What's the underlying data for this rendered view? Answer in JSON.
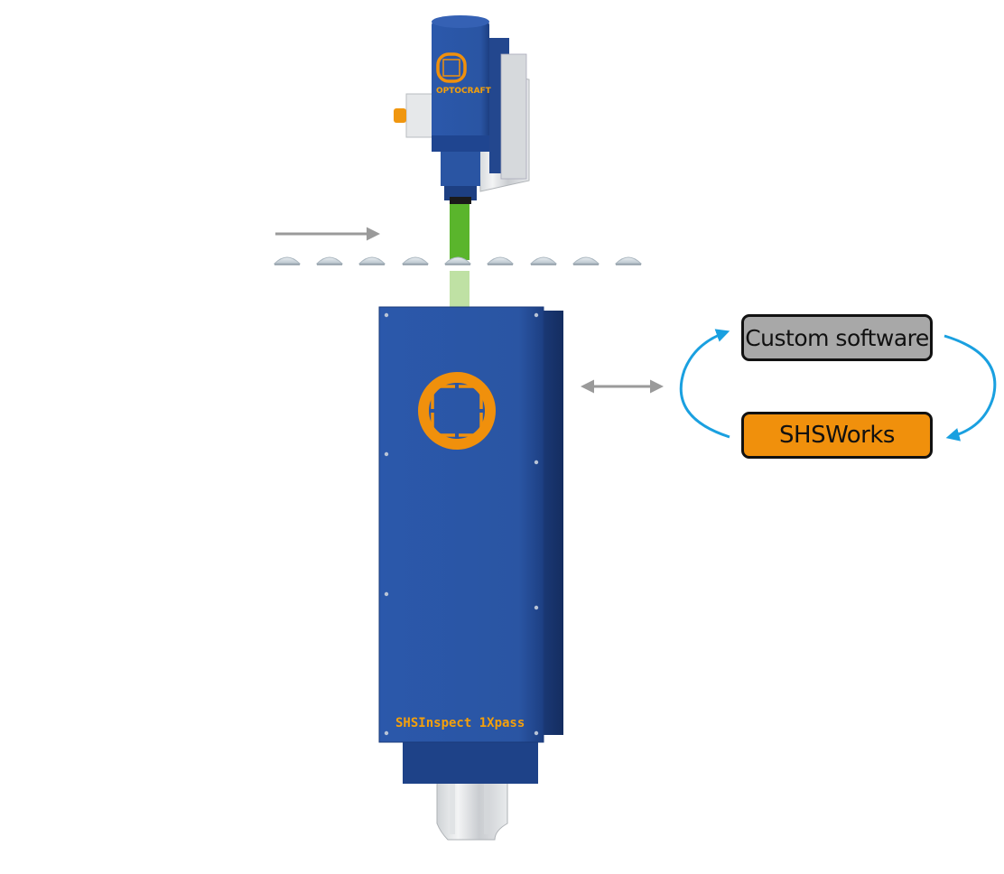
{
  "software": {
    "custom_label": "Custom software",
    "shsworks_label": "SHSWorks"
  },
  "device": {
    "name": "SHSInspect 1Xpass",
    "brand": "OPTOCRAFT"
  },
  "colors": {
    "housing_blue": "#2a55a3",
    "accent_orange": "#f0900c",
    "gray_box": "#a8a8a8",
    "cycle_arrows": "#1aa0e0",
    "beam_green": "#5ab52c",
    "arrow_gray": "#9a9a9a"
  },
  "icons": {
    "flow_arrow": "right-arrow-icon",
    "link_arrow": "double-arrow-icon",
    "cycle": "circular-arrows-icon",
    "lens": "lens-icon"
  }
}
